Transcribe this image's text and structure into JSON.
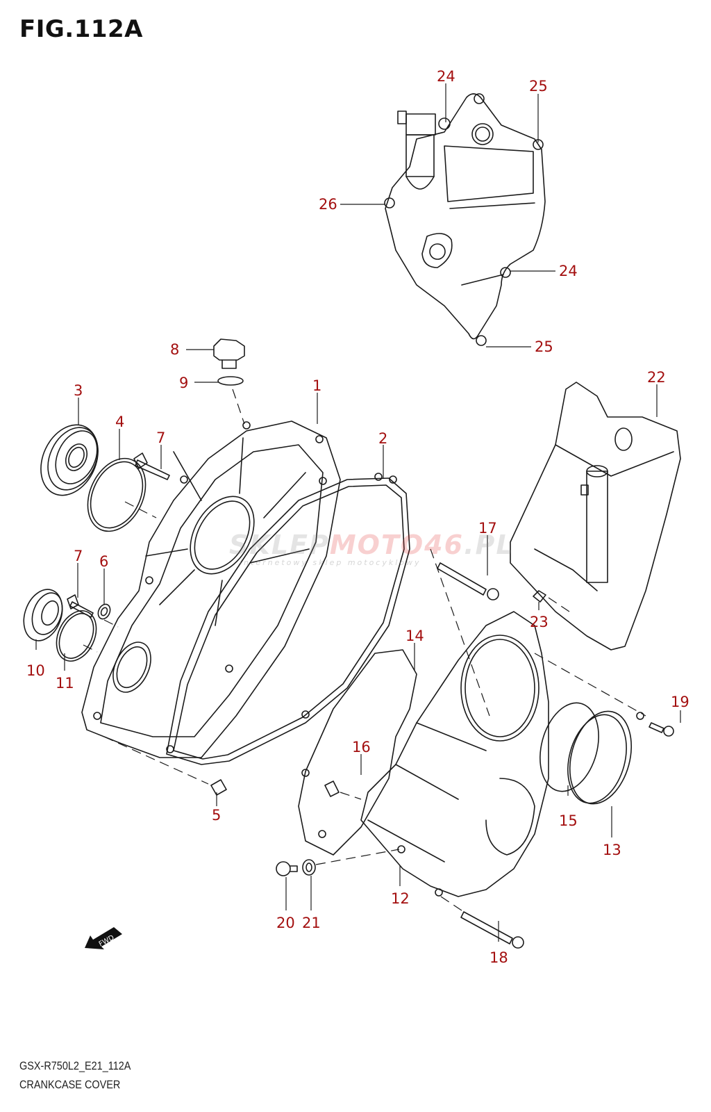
{
  "figure": {
    "title": "FIG.112A",
    "model_code": "GSX-R750L2_E21_112A",
    "section_name": "CRANKCASE COVER",
    "direction_indicator": "FWD"
  },
  "watermark": {
    "brand_part1": "SKLEP",
    "brand_part2": "MOTO46",
    "brand_part3": ".PL",
    "tagline": "internetowy sklep motocyklowy"
  },
  "colors": {
    "callout": "#a30f0f",
    "line": "#1a1a1a",
    "watermark_red": "#e23030"
  },
  "callouts": [
    {
      "id": "c1",
      "label": "1"
    },
    {
      "id": "c2",
      "label": "2"
    },
    {
      "id": "c3",
      "label": "3"
    },
    {
      "id": "c4",
      "label": "4"
    },
    {
      "id": "c5",
      "label": "5"
    },
    {
      "id": "c6",
      "label": "6"
    },
    {
      "id": "c7a",
      "label": "7"
    },
    {
      "id": "c7b",
      "label": "7"
    },
    {
      "id": "c8",
      "label": "8"
    },
    {
      "id": "c9",
      "label": "9"
    },
    {
      "id": "c10",
      "label": "10"
    },
    {
      "id": "c11",
      "label": "11"
    },
    {
      "id": "c12",
      "label": "12"
    },
    {
      "id": "c13",
      "label": "13"
    },
    {
      "id": "c14",
      "label": "14"
    },
    {
      "id": "c15",
      "label": "15"
    },
    {
      "id": "c16",
      "label": "16"
    },
    {
      "id": "c17",
      "label": "17"
    },
    {
      "id": "c18",
      "label": "18"
    },
    {
      "id": "c19",
      "label": "19"
    },
    {
      "id": "c20",
      "label": "20"
    },
    {
      "id": "c21",
      "label": "21"
    },
    {
      "id": "c22",
      "label": "22"
    },
    {
      "id": "c23",
      "label": "23"
    },
    {
      "id": "c24a",
      "label": "24"
    },
    {
      "id": "c24b",
      "label": "24"
    },
    {
      "id": "c25a",
      "label": "25"
    },
    {
      "id": "c25b",
      "label": "25"
    },
    {
      "id": "c26",
      "label": "26"
    }
  ]
}
